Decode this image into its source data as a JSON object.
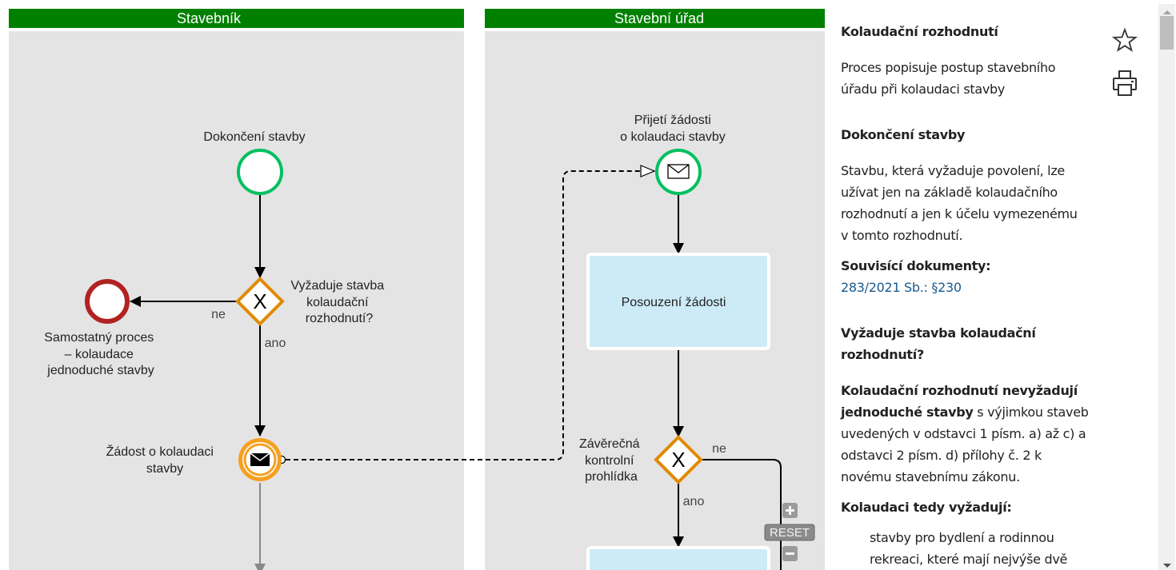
{
  "diagram": {
    "lanes": [
      {
        "title": "Stavebník"
      },
      {
        "title": "Stavební úřad"
      }
    ],
    "nodes": {
      "start_completion": {
        "type": "start-event",
        "label": [
          "Dokončení stavby"
        ]
      },
      "gateway_requires": {
        "type": "exclusive-gateway",
        "label": [
          "Vyžaduje stavba",
          "kolaudační",
          "rozhodnutí?"
        ]
      },
      "end_separate": {
        "type": "end-event",
        "label": [
          "Samostatný proces",
          "– kolaudace",
          "jednoduché stavby"
        ]
      },
      "msg_request": {
        "type": "intermediate-throw-message",
        "label": [
          "Žádost o kolaudaci",
          "stavby"
        ]
      },
      "msg_receive": {
        "type": "message-start-event",
        "label": [
          "Přijetí žádosti",
          "o kolaudaci stavby"
        ]
      },
      "task_assess": {
        "type": "task",
        "label": [
          "Posouzení žádosti"
        ]
      },
      "gateway_inspection": {
        "type": "exclusive-gateway",
        "label": [
          "Závěrečná",
          "kontrolní",
          "prohlídka"
        ]
      }
    },
    "flow_labels": {
      "no_1": "ne",
      "yes_1": "ano",
      "no_2": "ne",
      "yes_2": "ano"
    },
    "gateway_symbol": "X",
    "zoom_controls": {
      "zoom_in": "+",
      "reset": "RESET",
      "zoom_out": "−"
    },
    "colors": {
      "lane_header": "#008000",
      "lane_body": "#e4e4e4",
      "start_event": "#00c060",
      "end_event": "#b22222",
      "gateway": "#e08a00",
      "intermediate": "#f5a020",
      "task_fill": "#cdebf7",
      "flow": "#000000",
      "flow_grey": "#888888"
    }
  },
  "panel": {
    "title": "Kolaudační rozhodnutí",
    "description": [
      "Proces popisuje postup stavebního",
      "úřadu při kolaudaci stavby"
    ],
    "icons": {
      "favorite": "star-icon",
      "print": "printer-icon"
    },
    "sections": [
      {
        "heading": "Dokončení stavby",
        "text": [
          "Stavbu, která vyžaduje povolení, lze",
          "užívat jen na základě kolaudačního",
          "rozhodnutí a jen k účelu vymezenému",
          "v tomto rozhodnutí."
        ],
        "related_label": "Souvisící dokumenty:",
        "related_link": "283/2021 Sb.: §230"
      },
      {
        "heading": [
          "Vyžaduje stavba kolaudační",
          "rozhodnutí?"
        ],
        "bold_lead": [
          "Kolaudační rozhodnutí nevyžadují",
          "jednoduché stavby"
        ],
        "text_after_bold": " s výjimkou staveb",
        "text": [
          "uvedených v odstavci 1 písm. a) až c) a",
          "odstavci 2 písm. d) přílohy č. 2 k",
          "novému stavebnímu zákonu."
        ],
        "subheading": "Kolaudaci tedy vyžadují:",
        "list_text": [
          "stavby pro bydlení a rodinnou",
          "rekreaci, které mají nejvýše dvě"
        ]
      }
    ]
  }
}
